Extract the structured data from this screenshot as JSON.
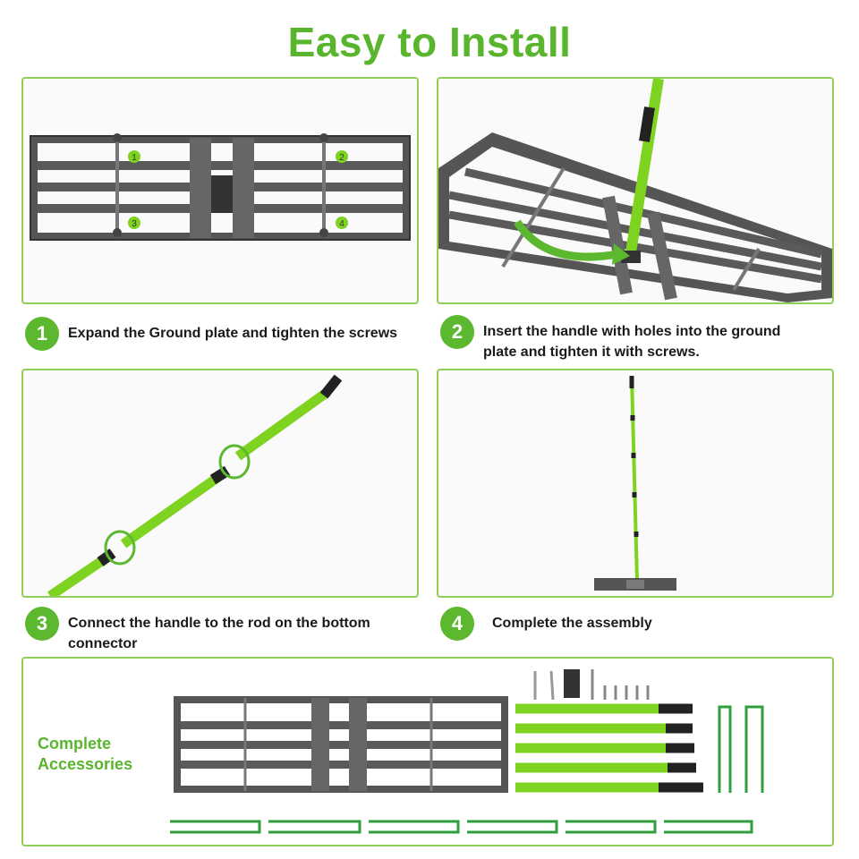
{
  "page": {
    "title": "Easy to Install"
  },
  "steps": [
    {
      "number": "1",
      "text": "Expand the Ground plate and tighten the screws"
    },
    {
      "number": "2",
      "text": "Insert the handle with holes into the ground plate and tighten it with screws."
    },
    {
      "number": "3",
      "text": "Connect the handle to the rod on the bottom connector"
    },
    {
      "number": "4",
      "text": "Complete the assembly"
    }
  ],
  "plate_callouts": [
    "1",
    "2",
    "3",
    "4"
  ],
  "accessories": {
    "label": "Complete Accessories"
  },
  "colors": {
    "accent": "#5ab52e",
    "border": "#8fce5a",
    "handle": "#7ed321",
    "metal": "#4a4a4a",
    "stake": "#2e9e3e"
  }
}
